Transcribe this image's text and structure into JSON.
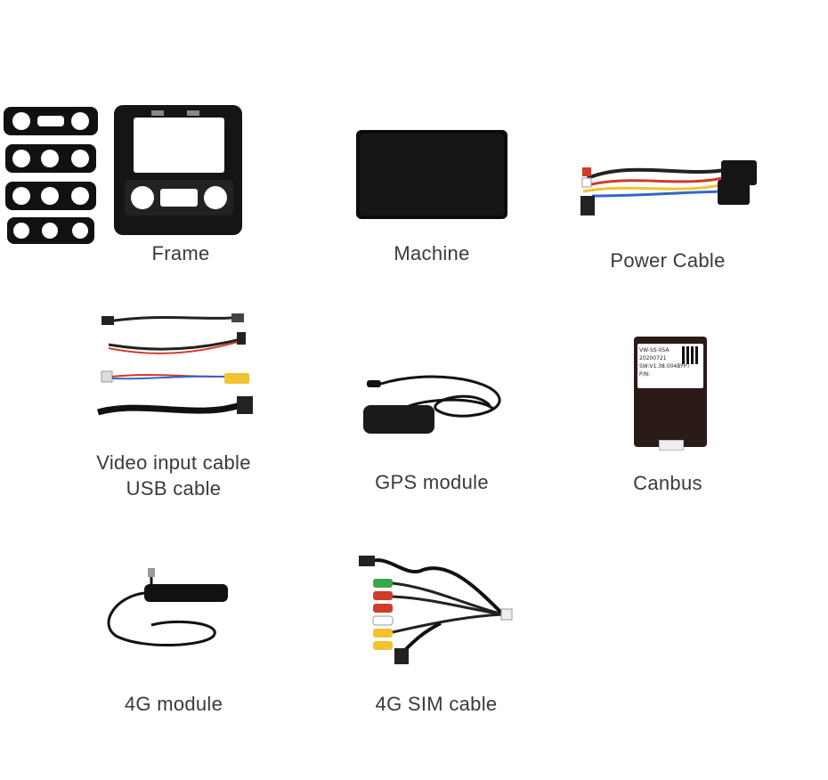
{
  "items": {
    "frame": {
      "label": "Frame"
    },
    "machine": {
      "label": "Machine"
    },
    "power_cable": {
      "label": "Power Cable"
    },
    "video_usb": {
      "label_line1": "Video input cable",
      "label_line2": "USB cable"
    },
    "gps": {
      "label": "GPS module"
    },
    "canbus": {
      "label": "Canbus",
      "sticker_lines": [
        "VW-SS-05A",
        "20200721",
        "SW:V1.38.004BYPT",
        "P/N:"
      ]
    },
    "module_4g": {
      "label": "4G module"
    },
    "sim_cable_4g": {
      "label": "4G SIM cable"
    }
  },
  "colors": {
    "label_text": "#3a3a3a",
    "panel_black": "#111111",
    "canbus_body": "#2a1a18",
    "accent_red": "#d23a2a",
    "accent_yellow": "#f2c230",
    "accent_green": "#3aa64a",
    "accent_blue": "#3366cc"
  }
}
